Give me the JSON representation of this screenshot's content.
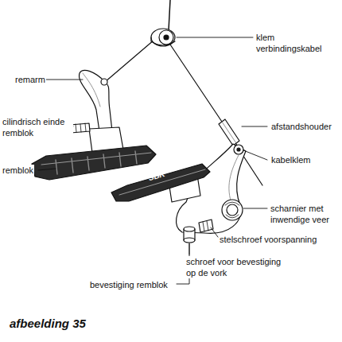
{
  "diagram": {
    "caption": "afbeelding 35",
    "labels": [
      "klem verbindingskabel",
      "remarm",
      "cilindrisch einde remblok",
      "afstandshouder",
      "kabelklem",
      "remblok",
      "SBK",
      "scharnier met inwendige veer",
      "stelschroef voorspanning",
      "schroef voor bevestiging op de vork",
      "bevestiging remblok"
    ]
  }
}
